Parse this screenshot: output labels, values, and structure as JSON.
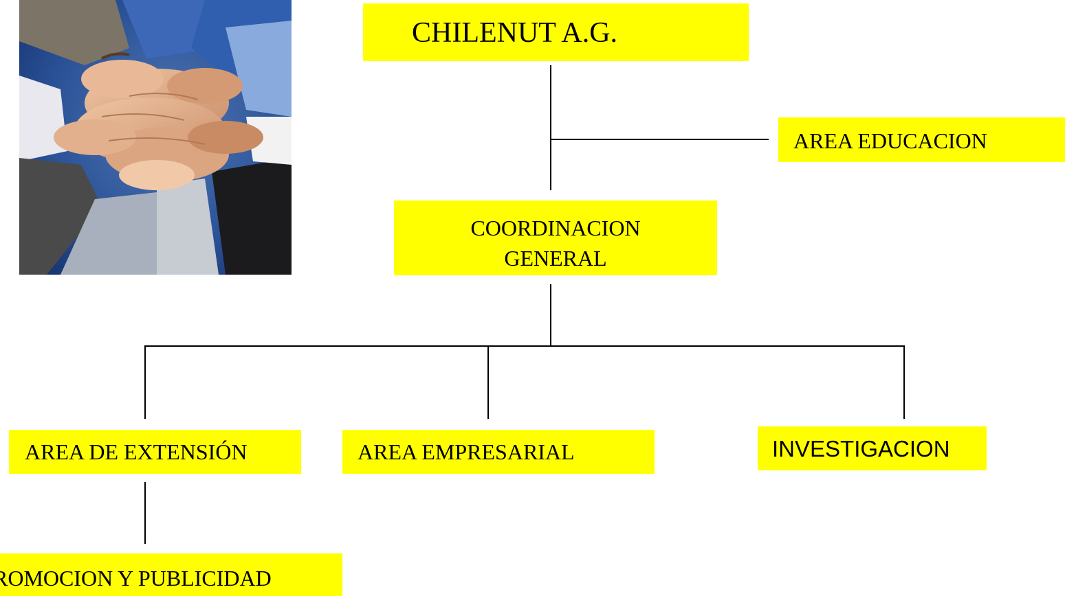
{
  "diagram": {
    "title_box": "CHILENUT A.G.",
    "nodes": {
      "area_educacion": "AREA EDUCACION",
      "coordinacion_line1": "COORDINACION",
      "coordinacion_line2": "GENERAL",
      "area_extension": "AREA DE EXTENSIÓN",
      "area_empresarial": "AREA EMPRESARIAL",
      "investigacion": "INVESTIGACION",
      "promocion": "ROMOCION Y PUBLICIDAD"
    },
    "edges": [
      [
        "CHILENUT A.G.",
        "COORDINACION GENERAL"
      ],
      [
        "CHILENUT A.G.",
        "AREA EDUCACION"
      ],
      [
        "COORDINACION GENERAL",
        "AREA DE EXTENSIÓN"
      ],
      [
        "COORDINACION GENERAL",
        "AREA EMPRESARIAL"
      ],
      [
        "COORDINACION GENERAL",
        "INVESTIGACION"
      ],
      [
        "AREA DE EXTENSIÓN",
        "ROMOCION Y PUBLICIDAD"
      ]
    ]
  },
  "photo": {
    "subject": "hands-together-teamwork"
  },
  "colors": {
    "box_fill": "#ffff00",
    "line": "#000000",
    "background": "#ffffff",
    "photo_background": "#1e3f78"
  }
}
